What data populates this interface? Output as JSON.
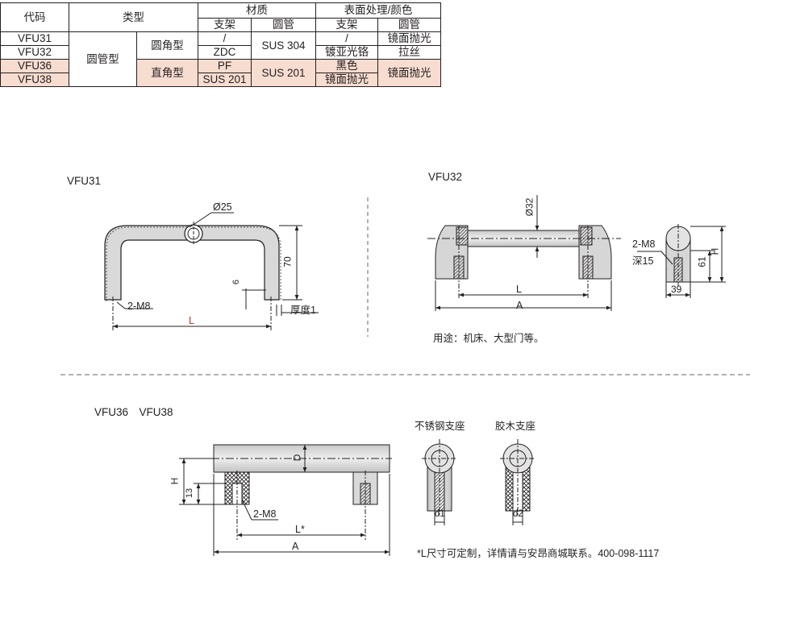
{
  "table": {
    "headers": {
      "code": "代码",
      "type": "类型",
      "material": "材质",
      "surface": "表面处理/颜色"
    },
    "sub_headers": {
      "mat_bracket": "支架",
      "mat_tube": "圆管",
      "surf_bracket": "支架",
      "surf_tube": "圆管"
    },
    "type_main": "圆管型",
    "type_round": "圆角型",
    "type_square": "直角型",
    "rows": [
      {
        "code": "VFU31",
        "mat_bracket": "/",
        "mat_tube": "SUS 304",
        "surf_bracket": "/",
        "surf_tube": "镜面抛光"
      },
      {
        "code": "VFU32",
        "mat_bracket": "ZDC",
        "mat_tube": "SUS 304",
        "surf_bracket": "镀亚光铬",
        "surf_tube": "拉丝"
      },
      {
        "code": "VFU36",
        "mat_bracket": "PF",
        "mat_tube": "SUS 201",
        "surf_bracket": "黑色",
        "surf_tube": "镜面抛光"
      },
      {
        "code": "VFU38",
        "mat_bracket": "SUS 201",
        "mat_tube": "SUS 201",
        "surf_bracket": "镜面抛光",
        "surf_tube": "镜面抛光"
      }
    ]
  },
  "vfu31": {
    "title": "VFU31",
    "dia": "Ø25",
    "height": "70",
    "depth": "6",
    "thread": "2-M8",
    "length": "L",
    "thick": "厚度1"
  },
  "vfu32": {
    "title": "VFU32",
    "dia": "Ø32",
    "L": "L",
    "A": "A",
    "thread": "2-M8",
    "depth": "深15",
    "h61": "61",
    "H": "H",
    "w39": "39",
    "usage": "用途：机床、大型门等。"
  },
  "vfu36": {
    "title": "VFU36　VFU38",
    "D": "D",
    "H": "H",
    "h13": "13",
    "thread": "2-M8",
    "L": "L*",
    "A": "A",
    "steel": "不锈钢支座",
    "wood": "胶木支座",
    "d1": "d1",
    "d2": "d2",
    "note": "*L尺寸可定制，详情请与安昂商城联系。400-098-1117"
  }
}
